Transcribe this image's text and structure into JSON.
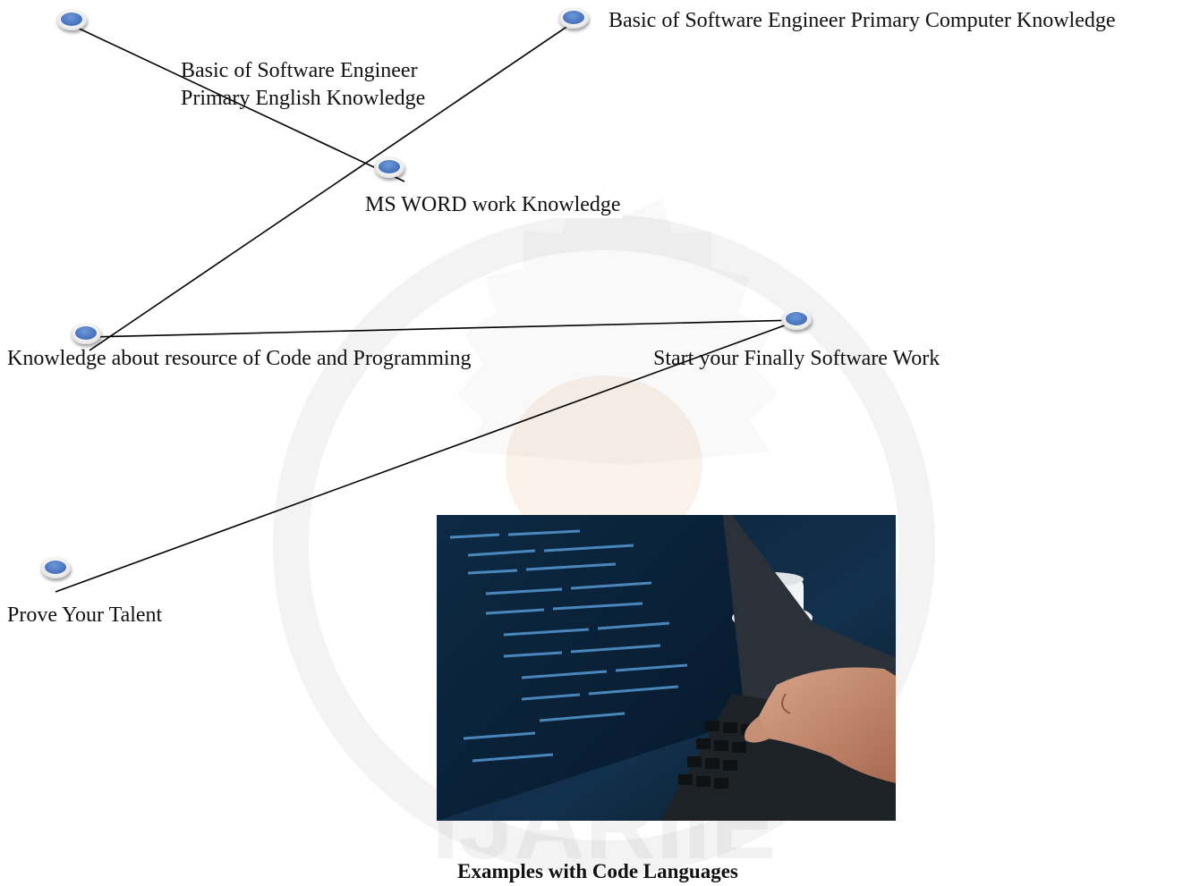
{
  "nodes": [
    {
      "id": "n1",
      "label": ""
    },
    {
      "id": "n2",
      "label": "Basic of Software Engineer Primary Computer Knowledge"
    },
    {
      "id": "n3",
      "label_line1": "Basic of Software Engineer",
      "label_line2": "Primary English Knowledge"
    },
    {
      "id": "n4",
      "label": "MS WORD work Knowledge"
    },
    {
      "id": "n5",
      "label": "Knowledge about resource of Code and Programming"
    },
    {
      "id": "n6",
      "label": "Start your Finally Software Work"
    },
    {
      "id": "n7",
      "label": "Prove Your Talent"
    }
  ],
  "image": {
    "subject": "laptop-with-code"
  },
  "caption": "Examples with Code Languages",
  "colors": {
    "bullet": "#4a76c0",
    "line": "#000000"
  }
}
